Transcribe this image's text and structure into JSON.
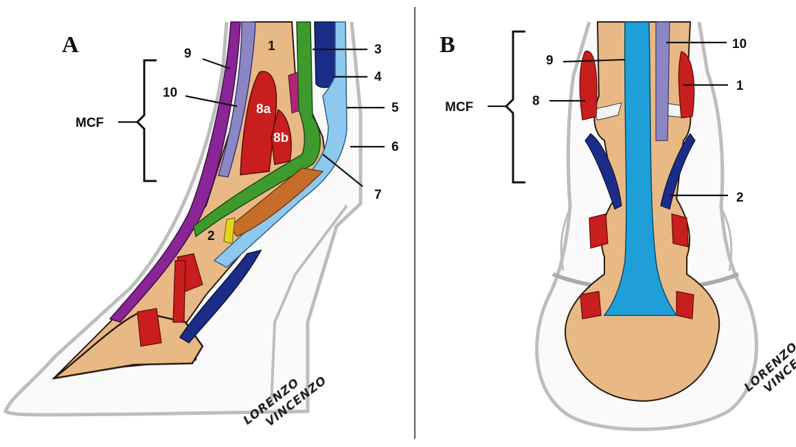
{
  "panels": [
    {
      "letter": "A",
      "bracket_label": "MCF",
      "labels": [
        "1",
        "2",
        "3",
        "4",
        "5",
        "6",
        "7",
        "8a",
        "8b",
        "9",
        "10"
      ],
      "signature": [
        "LORENZO",
        "VINCENZO"
      ]
    },
    {
      "letter": "B",
      "bracket_label": "MCF",
      "labels": [
        "1",
        "2",
        "8",
        "9",
        "10"
      ],
      "signature": [
        "LORENZO",
        "VINCENZO"
      ]
    }
  ],
  "colors": {
    "bone": "#e8b985",
    "hoof_outline": "#bdbdbd",
    "muscle_red": "#c81e1e",
    "purple": "#8a2596",
    "lavender": "#8d86c4",
    "green": "#3f9a2e",
    "navy": "#1b2d86",
    "light_blue": "#8ec8ef",
    "cyan_tendon": "#1f9fd8",
    "orange_ligament": "#c76d2a",
    "yellow": "#e5d21e"
  }
}
